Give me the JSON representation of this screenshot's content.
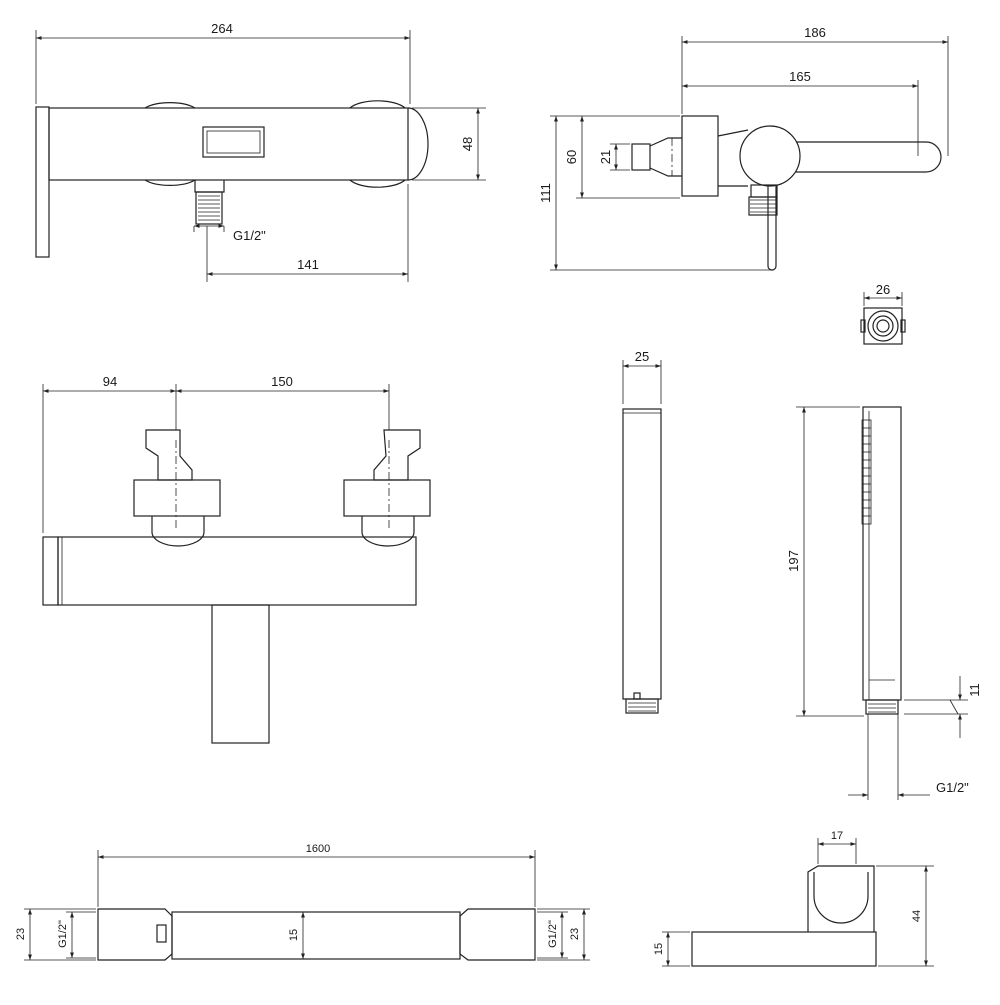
{
  "drawing": {
    "top_front": {
      "width": "264",
      "height": "48",
      "inlet_offset": "141",
      "thread": "G1/2\""
    },
    "side": {
      "depth_total": "186",
      "depth_handle": "165",
      "height_total": "111",
      "flange": "60",
      "spout": "21"
    },
    "front_elevation": {
      "left_offset": "94",
      "centers": "150"
    },
    "handshower": {
      "width": "25",
      "head_dia": "26",
      "length": "197",
      "thread_len": "11",
      "thread": "G1/2\""
    },
    "hose": {
      "length": "1600",
      "end_dia": "23",
      "body_dia": "15",
      "thread_left": "G1/2\"",
      "thread_right": "G1/2\""
    },
    "holder": {
      "width": "17",
      "height": "44",
      "base": "15"
    }
  }
}
